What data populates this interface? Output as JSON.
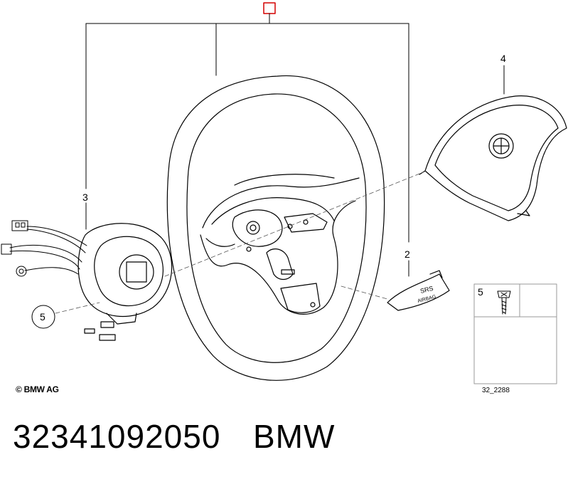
{
  "callouts": {
    "c2": "2",
    "c3": "3",
    "c4": "4",
    "c5_circled": "5",
    "c5_box": "5"
  },
  "cover_text": {
    "line1": "SRS",
    "line2": "AIRBAG"
  },
  "footer": {
    "copyright": "© BMW AG",
    "diagram_code": "32_2288"
  },
  "caption": {
    "part_number": "32341092050",
    "brand": "BMW"
  },
  "colors": {
    "line": "#000000",
    "leader": "#555555",
    "highlight_box": "#d40000",
    "inset_border": "#9a9a9a"
  }
}
